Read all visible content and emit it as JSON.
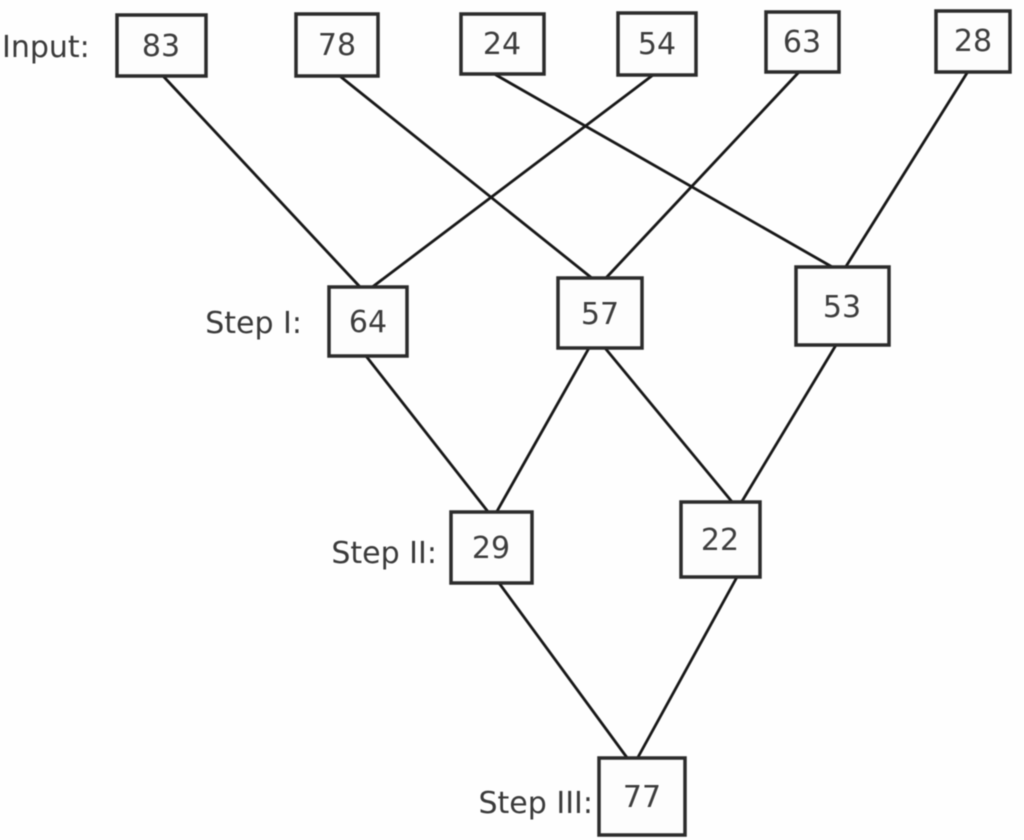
{
  "diagram": {
    "description": "number-arrangement machine steps diagram",
    "row_labels": {
      "input": "Input:",
      "step1": "Step I:",
      "step2": "Step II:",
      "step3": "Step III:"
    },
    "nodes": {
      "input": [
        "83",
        "78",
        "24",
        "54",
        "63",
        "28"
      ],
      "step1": [
        "64",
        "57",
        "53"
      ],
      "step2": [
        "29",
        "22"
      ],
      "step3": [
        "77"
      ]
    },
    "edges": [
      {
        "from": "83",
        "to": "64"
      },
      {
        "from": "54",
        "to": "64"
      },
      {
        "from": "78",
        "to": "57"
      },
      {
        "from": "63",
        "to": "57"
      },
      {
        "from": "24",
        "to": "53"
      },
      {
        "from": "28",
        "to": "53"
      },
      {
        "from": "64",
        "to": "29"
      },
      {
        "from": "57",
        "to": "29"
      },
      {
        "from": "57",
        "to": "22"
      },
      {
        "from": "53",
        "to": "22"
      },
      {
        "from": "29",
        "to": "77"
      },
      {
        "from": "22",
        "to": "77"
      }
    ]
  },
  "colors": {
    "background": "#fefefe",
    "box_border": "#2b2b2b",
    "edge_line": "#171717",
    "text": "#3d3d3d"
  }
}
